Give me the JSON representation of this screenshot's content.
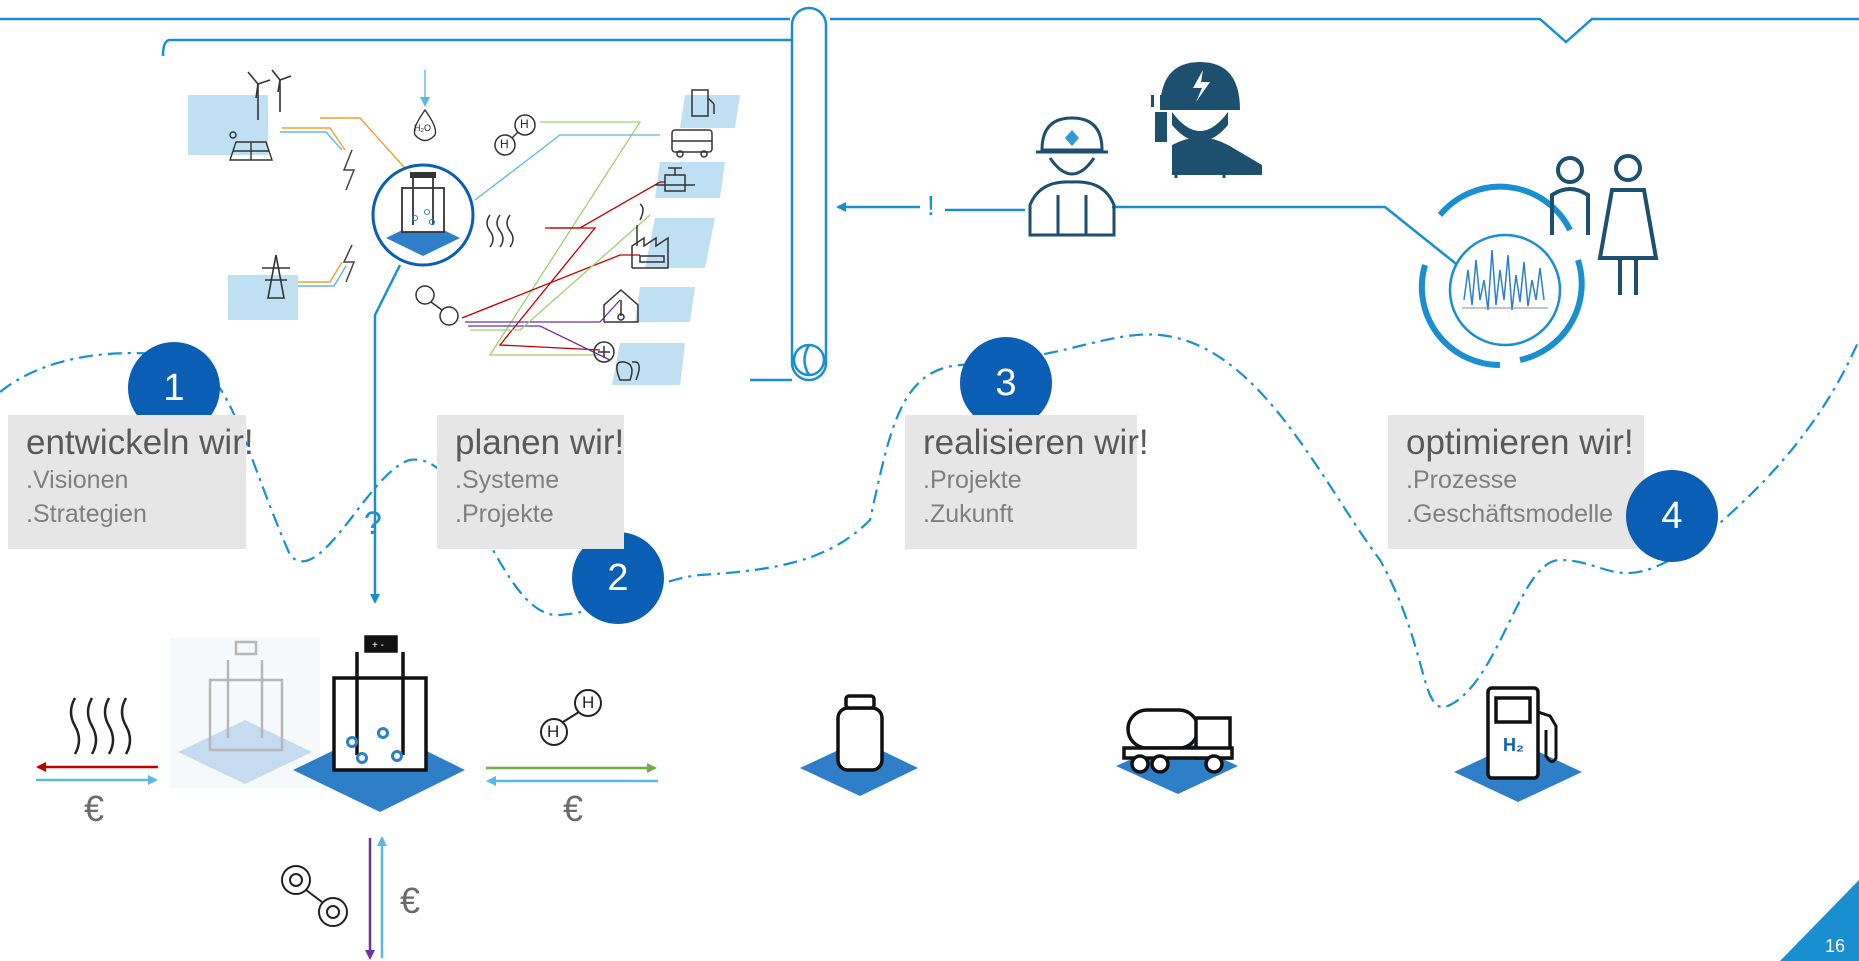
{
  "steps": [
    {
      "number": "1",
      "title": "entwickeln wir!",
      "items": [
        ".Visionen",
        ".Strategien"
      ]
    },
    {
      "number": "2",
      "title": "planen wir!",
      "items": [
        ".Systeme",
        ".Projekte"
      ]
    },
    {
      "number": "3",
      "title": "realisieren wir!",
      "items": [
        ".Projekte",
        ".Zukunft"
      ]
    },
    {
      "number": "4",
      "title": "optimieren wir!",
      "items": [
        ".Prozesse",
        ".Geschäftsmodelle"
      ]
    }
  ],
  "labels": {
    "question": "?",
    "exclamation": "!",
    "euro": "€",
    "hydrogen_atom": "H",
    "water_symbol": "H₂O",
    "pump_h2": "H₂"
  },
  "page_number": "16",
  "colors": {
    "accent": "#0a5fb4",
    "line": "#1a8fd0",
    "light_blue": "#bfe0f2",
    "icon_dark": "#1d4f6e",
    "heat_arrow": "#c00000",
    "h2_arrow": "#70ad47",
    "oxygen_arrow": "#7030a0"
  }
}
